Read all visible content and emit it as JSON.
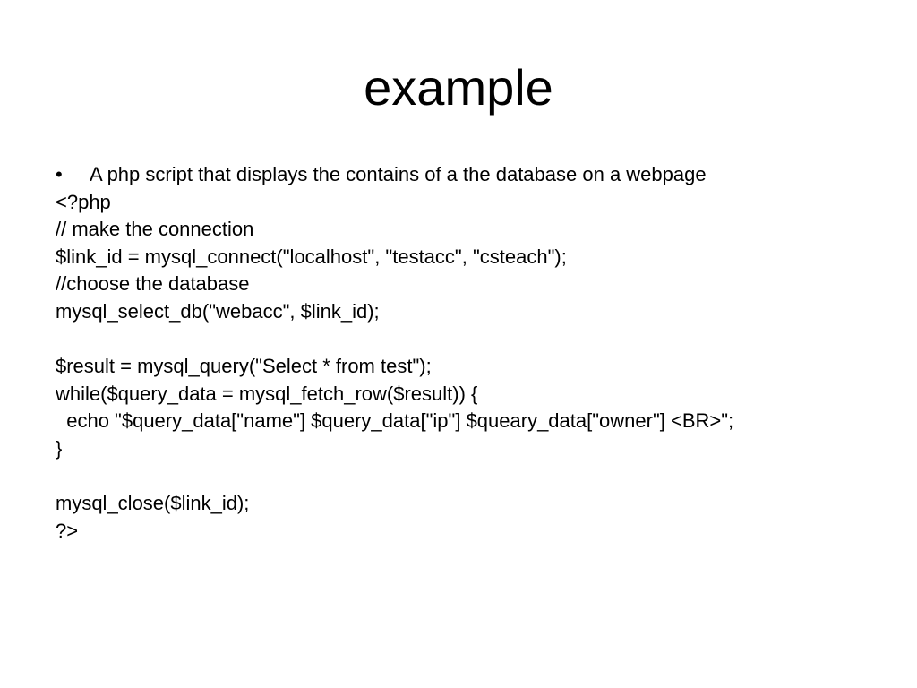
{
  "slide": {
    "title": "example",
    "bullet": {
      "marker": "•",
      "text": "A php script that displays the contains of a the database on a webpage"
    },
    "code_lines": [
      "<?php",
      "// make the connection",
      "$link_id = mysql_connect(\"localhost\", \"testacc\", \"csteach\");",
      "//choose the database",
      "mysql_select_db(\"webacc\", $link_id);",
      "",
      "$result = mysql_query(\"Select * from test\");",
      "while($query_data = mysql_fetch_row($result)) {",
      "  echo \"$query_data[\"name\"] $query_data[\"ip\"] $queary_data[\"owner\"] <BR>\";",
      "}",
      "",
      "mysql_close($link_id);",
      "?>"
    ]
  }
}
